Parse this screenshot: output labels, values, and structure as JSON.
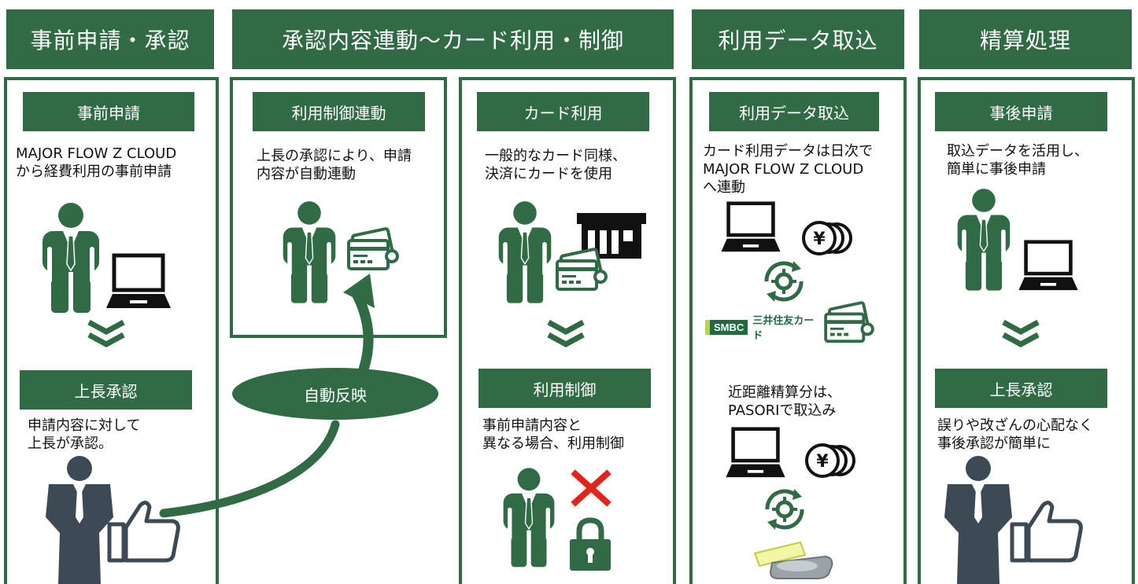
{
  "headers": [
    "事前申請・承認",
    "承認内容連動～カード利用・制御",
    "利用データ取込",
    "精算処理"
  ],
  "labels": {
    "pre_application": "事前申請",
    "supervisor_approval": "上長承認",
    "usage_control_link": "利用制御連動",
    "card_usage": "カード利用",
    "usage_control": "利用制御",
    "data_import": "利用データ取込",
    "post_application": "事後申請",
    "supervisor_approval_2": "上長承認",
    "auto_reflect": "自動反映"
  },
  "texts": {
    "pre_application": "MAJOR FLOW Z CLOUD\nから経費利用の事前申請",
    "supervisor_approval": "申請内容に対して\n上長が承認。",
    "usage_control_link": "上長の承認により、申請\n内容が自動連動",
    "card_usage": "一般的なカード同様、\n決済にカードを使用",
    "usage_control": "事前申請内容と\n異なる場合、利用制御",
    "data_import": "カード利用データは日次で\nMAJOR FLOW Z CLOUD\nへ連動",
    "pasori": "近距離精算分は、\nPASORIで取込み",
    "post_application": "取込データを活用し、\n簡単に事後申請",
    "post_approval": "誤りや改ざんの心配なく\n事後承認が簡単に"
  },
  "logo": {
    "mark": "SMBC",
    "brand": "三井住友カード"
  },
  "colors": {
    "accent": "#306b45",
    "person_dark": "#3d4a55",
    "cross": "#e3241b"
  }
}
